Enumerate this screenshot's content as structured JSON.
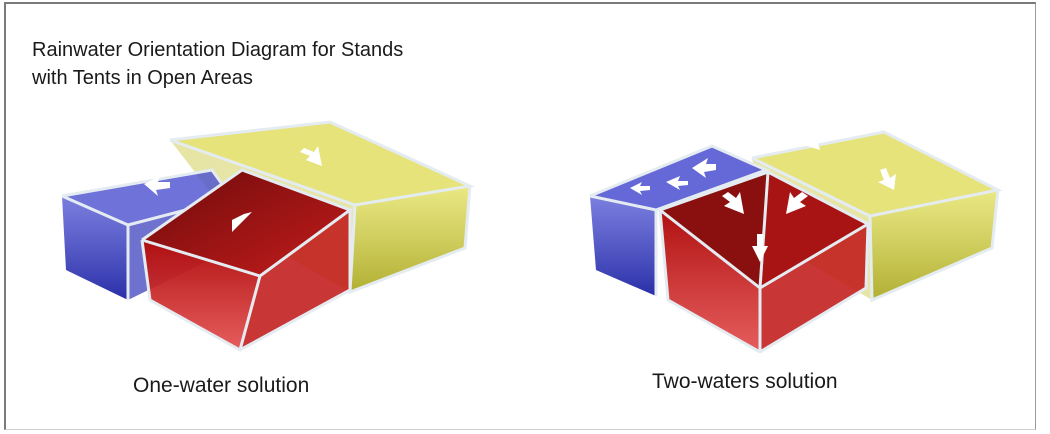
{
  "title": {
    "line1": "Rainwater Orientation Diagram for Stands",
    "line2": "with Tents in Open Areas"
  },
  "figures": [
    {
      "caption": "One-water solution"
    },
    {
      "caption": "Two-waters solution"
    }
  ],
  "colors": {
    "blue": "#3a3ec2",
    "red": "#c21a1a",
    "yellow": "#d6d43a",
    "frame_lines": "#e4ecf2",
    "arrows": "#ffffff"
  }
}
